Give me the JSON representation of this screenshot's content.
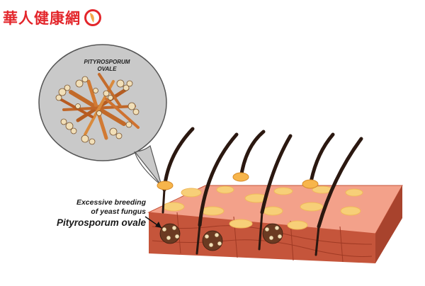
{
  "brand": {
    "name": "華人健康網",
    "logo_icon": "brand-logo-icon",
    "color": "#e3262b"
  },
  "bubble": {
    "title_line1": "PITYROSPORUM",
    "title_line2": "OVALE"
  },
  "caption": {
    "line1": "Excessive breeding",
    "line2": "of yeast fungus",
    "line3": "Pityrosporum ovale"
  },
  "colors": {
    "skin_top": "#f3a18a",
    "skin_side": "#c5553b",
    "sebum": "#f7cf78",
    "hair": "#2b1810",
    "bubble": "#c9c9c9"
  }
}
